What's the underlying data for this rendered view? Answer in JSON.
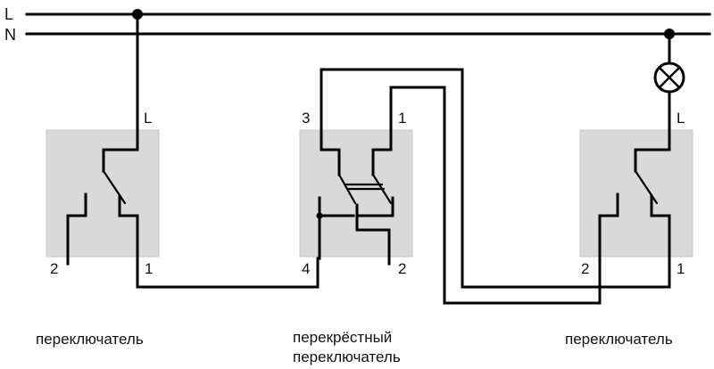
{
  "bus": {
    "line": "L",
    "neutral": "N"
  },
  "switch_left": {
    "caption": "переключатель",
    "term_top": "L",
    "term_bottom_left": "2",
    "term_bottom_right": "1"
  },
  "switch_middle": {
    "caption_line1": "перекрёстный",
    "caption_line2": "переключатель",
    "term_top_left": "3",
    "term_top_right": "1",
    "term_bottom_left": "4",
    "term_bottom_right": "2"
  },
  "switch_right": {
    "caption": "переключатель",
    "term_top": "L",
    "term_bottom_left": "2",
    "term_bottom_right": "1"
  },
  "lamp": {
    "icon": "lamp-icon"
  }
}
